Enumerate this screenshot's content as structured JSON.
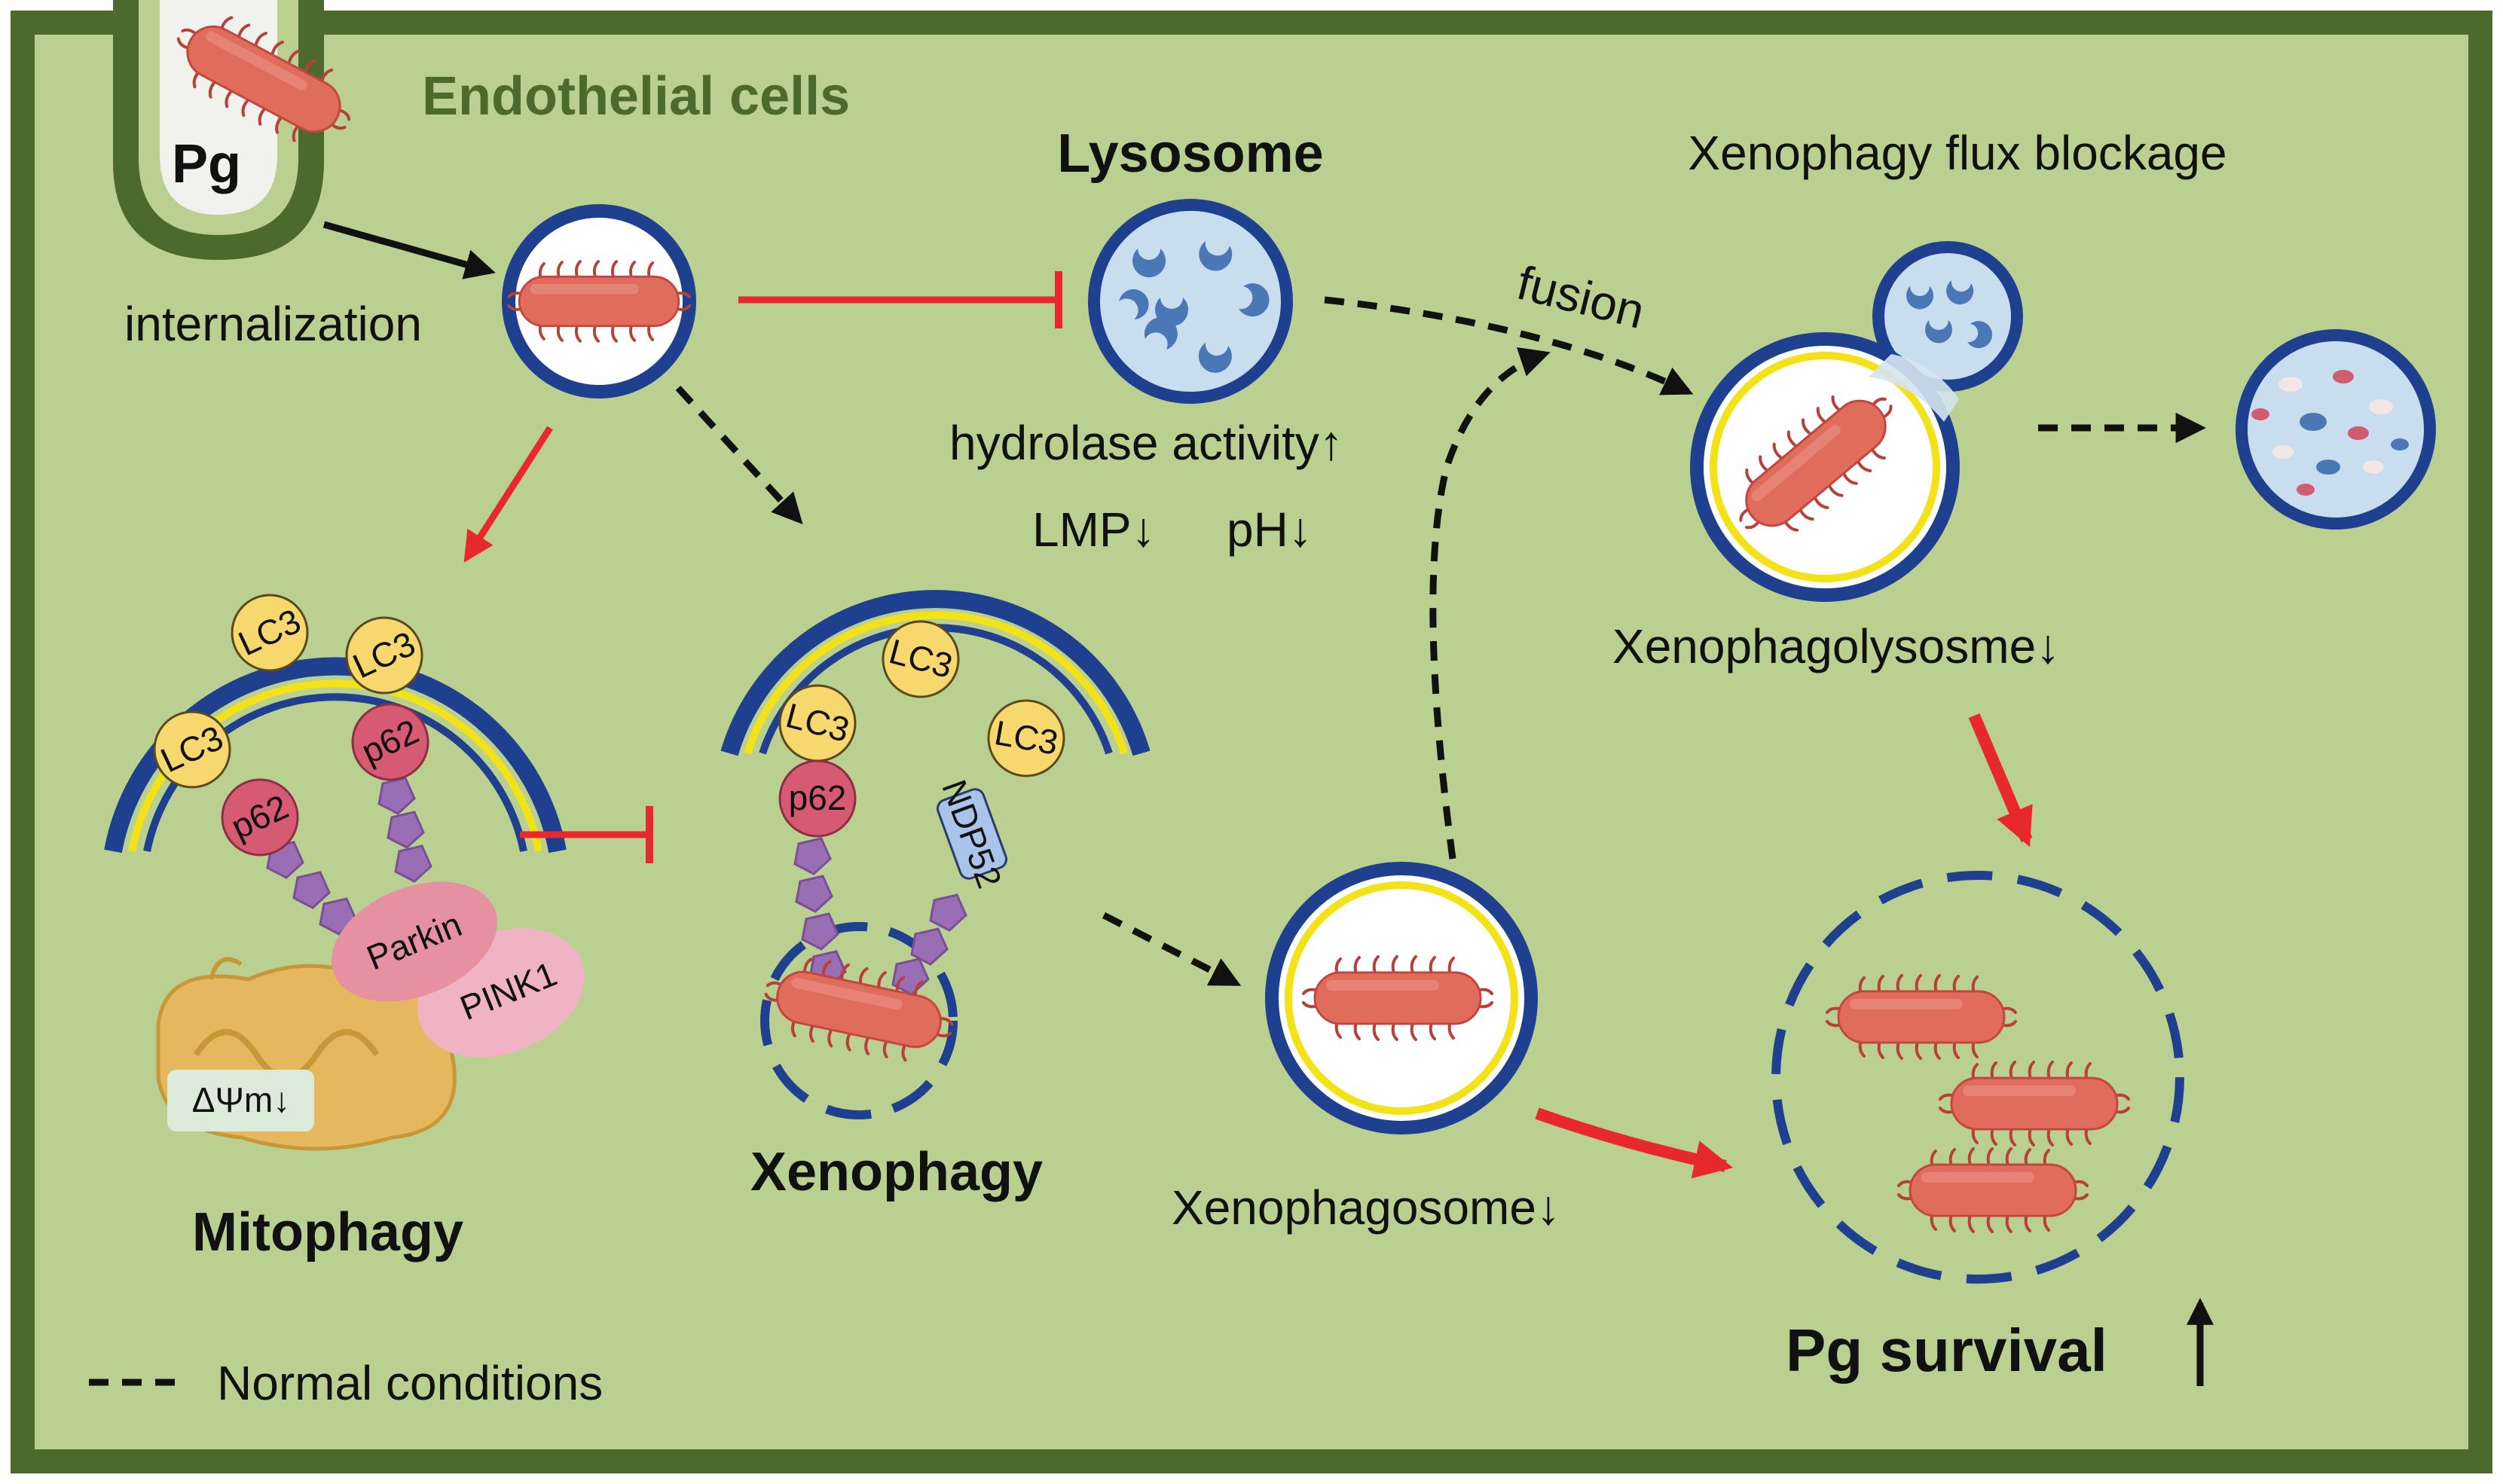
{
  "labels": {
    "cell_title": "Endothelial cells",
    "pg": "Pg",
    "internalization": "internalization",
    "lysosome": "Lysosome",
    "hydrolase": "hydrolase activity↑",
    "lmp": "LMP↓",
    "ph": "pH↓",
    "fusion": "fusion",
    "flux_blockage": "Xenophagy flux blockage",
    "xenophagolysosome": "Xenophagolysosme↓",
    "mitophagy": "Mitophagy",
    "xenophagy": "Xenophagy",
    "xenophagosome": "Xenophagosome↓",
    "pg_survival": "Pg survival",
    "survival_arrow": "↑",
    "delta_psi": "ΔΨm↓",
    "legend_normal": "Normal conditions"
  },
  "proteins": {
    "lc3": "LC3",
    "p62": "p62",
    "parkin": "Parkin",
    "pink1": "PINK1",
    "ndp52": "NDP52"
  },
  "colors": {
    "cytoplasm": "#bad091",
    "cell_border": "#4c6a2b",
    "membrane_blue": "#1f3f8f",
    "membrane_yellow": "#f4e219",
    "bacterium": "#e06d5c",
    "lc3": "#f7d86f",
    "p62": "#d65a72",
    "ubiquitin": "#9a6eb5",
    "parkin": "#e691a1",
    "pink1": "#efb3c3",
    "ndp52": "#a9c3ea",
    "lysosome_fill": "#c8ddee",
    "mito": "#e5b75e",
    "inhibit_red": "#e7282d",
    "arrow_black": "#111111"
  }
}
